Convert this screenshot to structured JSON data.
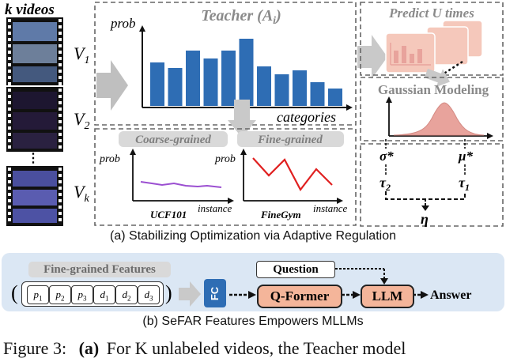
{
  "panel_a": {
    "videos_label": "k videos",
    "video_labels": [
      "V",
      "V",
      "V"
    ],
    "video_subs": [
      "1",
      "2",
      "k"
    ],
    "teacher_title": "Teacher (A",
    "teacher_sub": "i",
    "teacher_title_end": ")",
    "prob_label": "prob",
    "categories_label": "categories",
    "teacher_bars": [
      0.55,
      0.48,
      0.7,
      0.6,
      0.7,
      0.85,
      0.5,
      0.4,
      0.45,
      0.3,
      0.22
    ],
    "coarse_label": "Coarse-grained",
    "fine_label": "Fine-grained",
    "coarse_prob": "prob",
    "coarse_instance": "instance",
    "coarse_dataset": "UCF101",
    "fine_prob": "prob",
    "fine_instance": "instance",
    "fine_dataset": "FineGym",
    "predict_label": "Predict U times",
    "gaussian_label": "Gaussian Modeling",
    "sigma": "σ*",
    "mu": "μ*",
    "tau2": "τ",
    "tau2_sub": "2",
    "tau1": "τ",
    "tau1_sub": "1",
    "eta": "η",
    "caption": "(a) Stabilizing Optimization via Adaptive Regulation"
  },
  "panel_b": {
    "features_title": "Fine-grained Features",
    "features": [
      {
        "base": "p",
        "sub": "1"
      },
      {
        "base": "p",
        "sub": "2"
      },
      {
        "base": "p",
        "sub": "3"
      },
      {
        "base": "d",
        "sub": "1"
      },
      {
        "base": "d",
        "sub": "2"
      },
      {
        "base": "d",
        "sub": "3"
      }
    ],
    "fc_label": "FC",
    "question_label": "Question",
    "qformer_label": "Q-Former",
    "llm_label": "LLM",
    "answer_label": "Answer",
    "caption": "(b) SeFAR Features Empowers MLLMs"
  },
  "figure_caption": {
    "label": "Figure 3:",
    "bold": "(a)",
    "text": "For K unlabeled videos, the Teacher model"
  },
  "colors": {
    "bar_blue": "#2e6db4",
    "coarse_line": "#9b4fd1",
    "fine_line": "#e02020",
    "gaussian_fill": "#e8a39c",
    "predict_card": "#f5c8bb",
    "node_fill": "#f4b59a",
    "fc_fill": "#2e6db4",
    "panel_b_bg": "#dbe7f4"
  }
}
